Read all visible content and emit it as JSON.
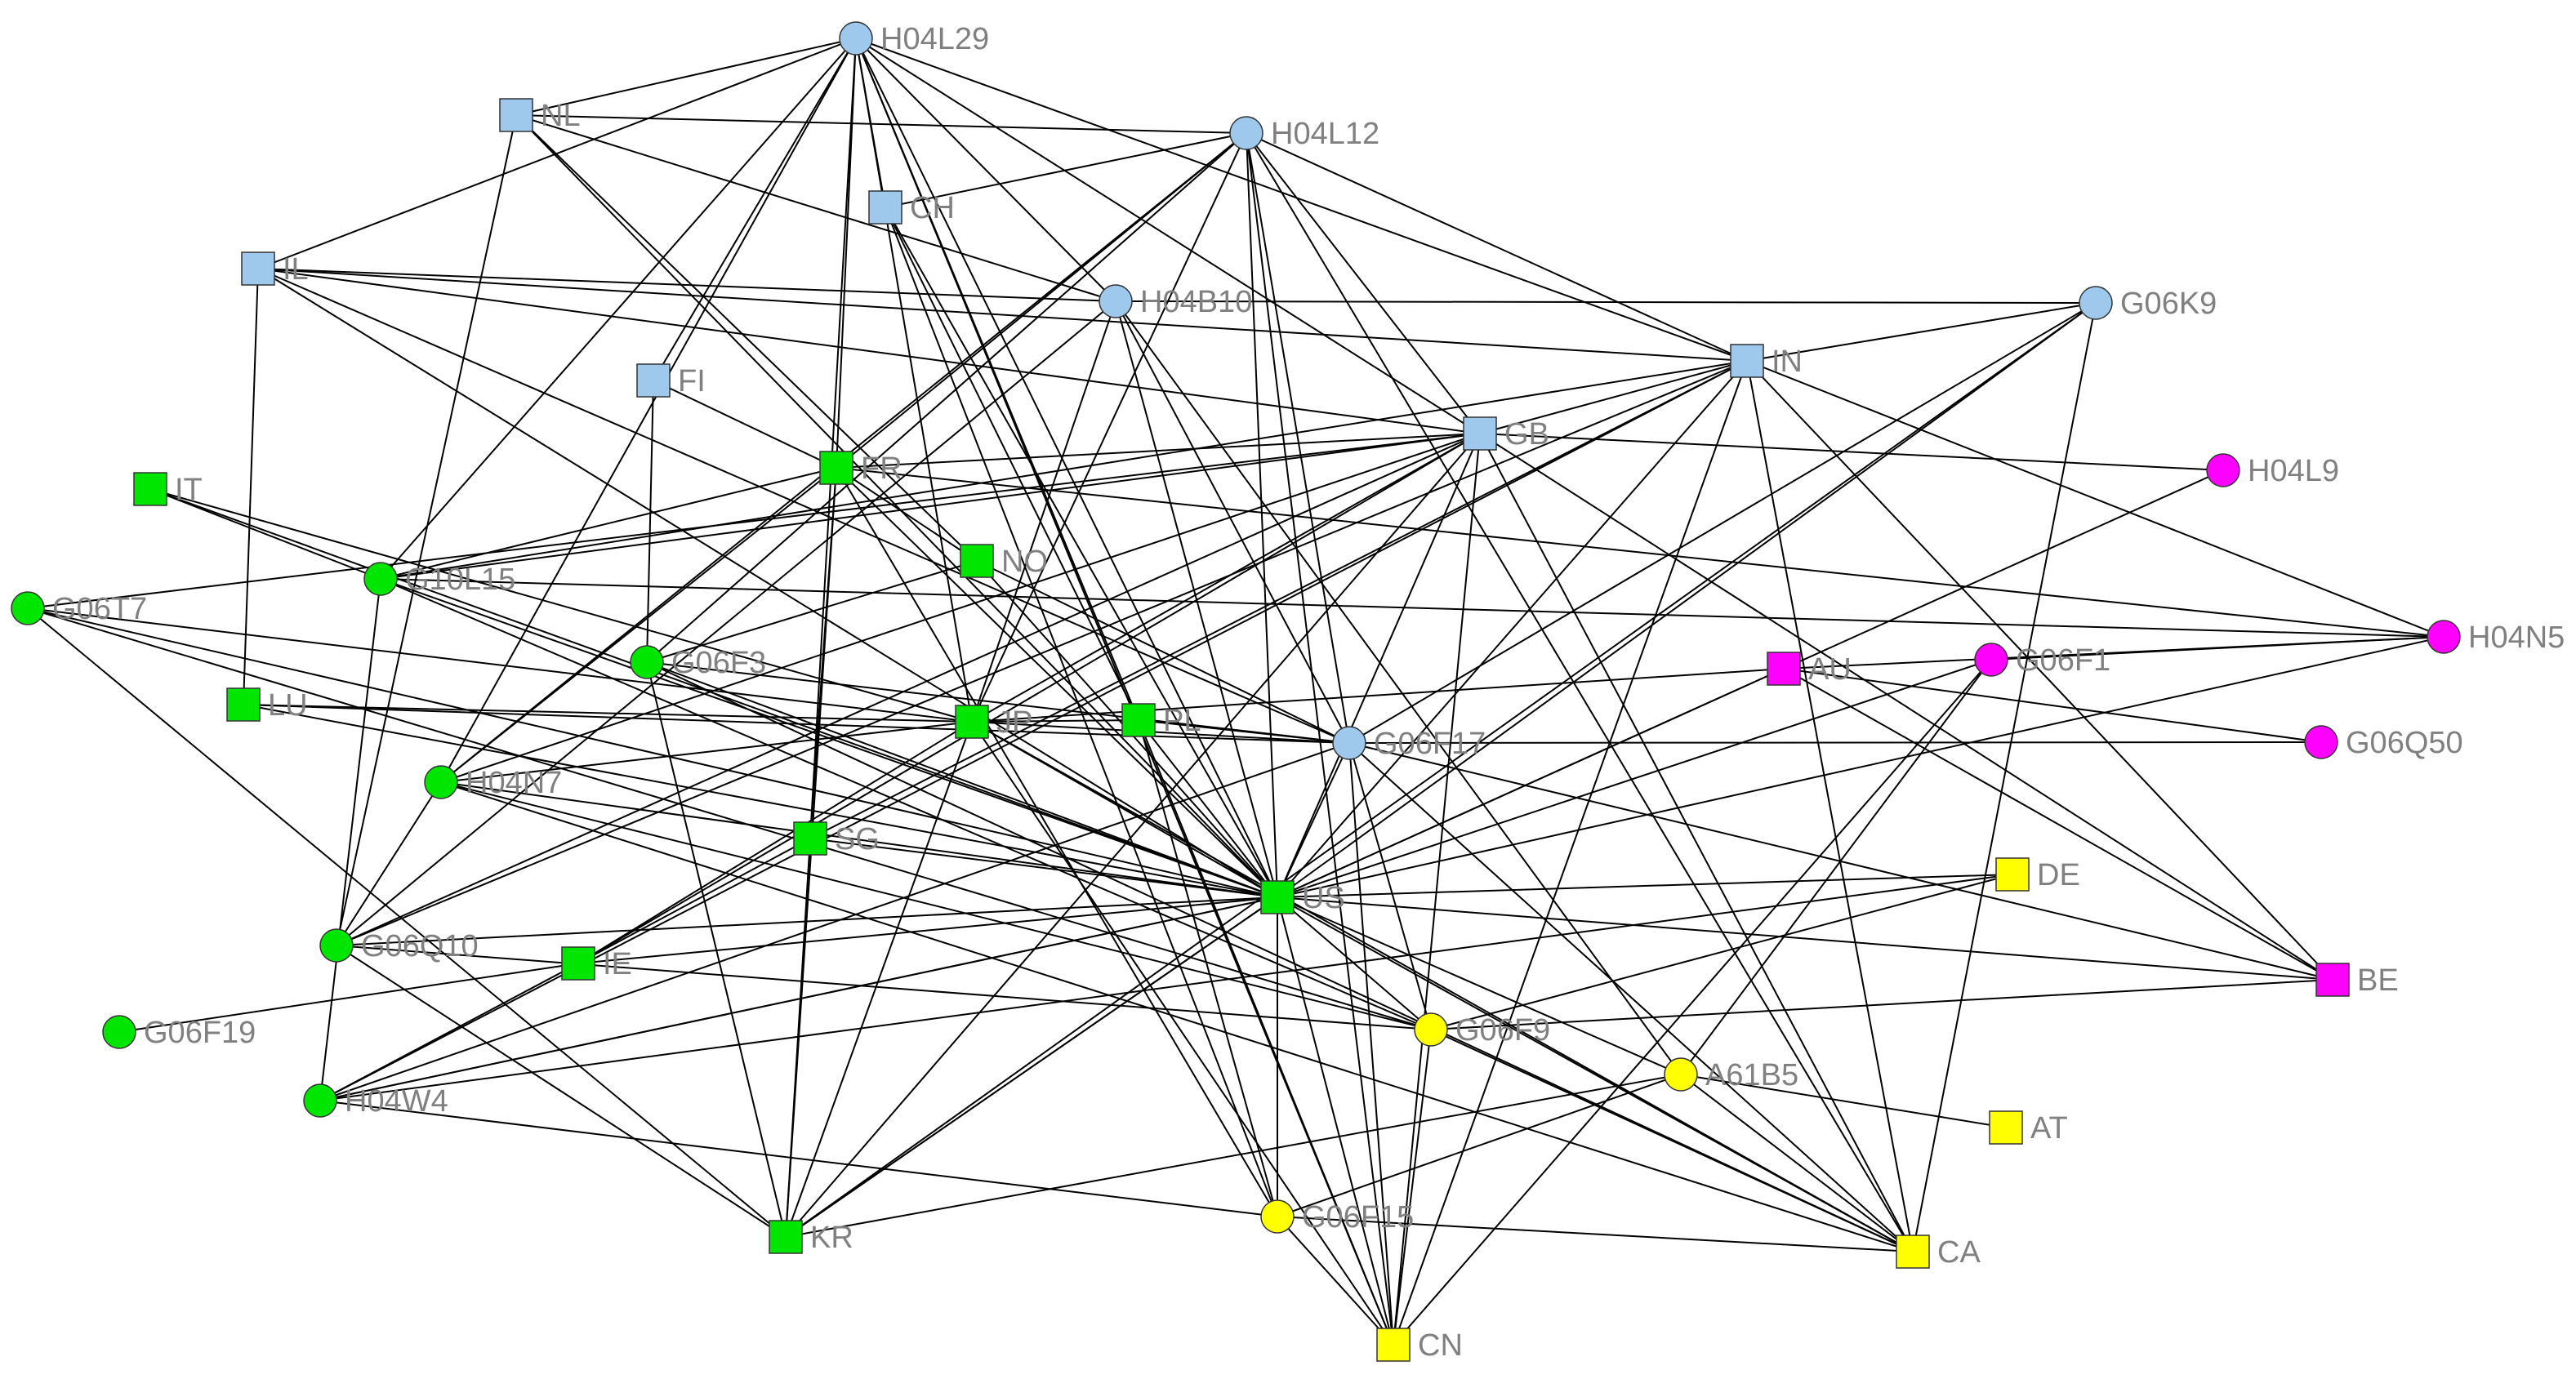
{
  "colors": {
    "blue": "#9ec8ec",
    "green": "#00e600",
    "magenta": "#ff00ff",
    "yellow": "#ffff00",
    "edge": "#000000",
    "label": "#808080"
  },
  "nodes": [
    {
      "id": "H04L29",
      "label": "H04L29",
      "shape": "circle",
      "color": "blue"
    },
    {
      "id": "NL",
      "label": "NL",
      "shape": "square",
      "color": "blue"
    },
    {
      "id": "H04L12",
      "label": "H04L12",
      "shape": "circle",
      "color": "blue"
    },
    {
      "id": "CH",
      "label": "CH",
      "shape": "square",
      "color": "blue"
    },
    {
      "id": "IL",
      "label": "IL",
      "shape": "square",
      "color": "blue"
    },
    {
      "id": "H04B10",
      "label": "H04B10",
      "shape": "circle",
      "color": "blue"
    },
    {
      "id": "G06K9",
      "label": "G06K9",
      "shape": "circle",
      "color": "blue"
    },
    {
      "id": "IN",
      "label": "IN",
      "shape": "square",
      "color": "blue"
    },
    {
      "id": "FI",
      "label": "FI",
      "shape": "square",
      "color": "blue"
    },
    {
      "id": "GB",
      "label": "GB",
      "shape": "square",
      "color": "blue"
    },
    {
      "id": "G06F17",
      "label": "G06F17",
      "shape": "circle",
      "color": "blue"
    },
    {
      "id": "IT",
      "label": "IT",
      "shape": "square",
      "color": "green"
    },
    {
      "id": "FR",
      "label": "FR",
      "shape": "square",
      "color": "green"
    },
    {
      "id": "H04L9",
      "label": "H04L9",
      "shape": "circle",
      "color": "magenta"
    },
    {
      "id": "NO",
      "label": "NO",
      "shape": "square",
      "color": "green"
    },
    {
      "id": "G10L15",
      "label": "G10L15",
      "shape": "circle",
      "color": "green"
    },
    {
      "id": "G06T7",
      "label": "G06T7",
      "shape": "circle",
      "color": "green"
    },
    {
      "id": "H04N5",
      "label": "H04N5",
      "shape": "circle",
      "color": "magenta"
    },
    {
      "id": "G06F3",
      "label": "G06F3",
      "shape": "circle",
      "color": "green"
    },
    {
      "id": "AU",
      "label": "AU",
      "shape": "square",
      "color": "magenta"
    },
    {
      "id": "G06F1",
      "label": "G06F1",
      "shape": "circle",
      "color": "magenta"
    },
    {
      "id": "LU",
      "label": "LU",
      "shape": "square",
      "color": "green"
    },
    {
      "id": "JP",
      "label": "JP",
      "shape": "square",
      "color": "green"
    },
    {
      "id": "PL",
      "label": "PL",
      "shape": "square",
      "color": "green"
    },
    {
      "id": "G06Q50",
      "label": "G06Q50",
      "shape": "circle",
      "color": "magenta"
    },
    {
      "id": "H04N7",
      "label": "H04N7",
      "shape": "circle",
      "color": "green"
    },
    {
      "id": "SG",
      "label": "SG",
      "shape": "square",
      "color": "green"
    },
    {
      "id": "DE",
      "label": "DE",
      "shape": "square",
      "color": "yellow"
    },
    {
      "id": "US",
      "label": "US",
      "shape": "square",
      "color": "green"
    },
    {
      "id": "G06Q10",
      "label": "G06Q10",
      "shape": "circle",
      "color": "green"
    },
    {
      "id": "IE",
      "label": "IE",
      "shape": "square",
      "color": "green"
    },
    {
      "id": "BE",
      "label": "BE",
      "shape": "square",
      "color": "magenta"
    },
    {
      "id": "G06F19",
      "label": "G06F19",
      "shape": "circle",
      "color": "green"
    },
    {
      "id": "G06F9",
      "label": "G06F9",
      "shape": "circle",
      "color": "yellow"
    },
    {
      "id": "H04W4",
      "label": "H04W4",
      "shape": "circle",
      "color": "green"
    },
    {
      "id": "A61B5",
      "label": "A61B5",
      "shape": "circle",
      "color": "yellow"
    },
    {
      "id": "AT",
      "label": "AT",
      "shape": "square",
      "color": "yellow"
    },
    {
      "id": "G06F15",
      "label": "G06F15",
      "shape": "circle",
      "color": "yellow"
    },
    {
      "id": "KR",
      "label": "KR",
      "shape": "square",
      "color": "green"
    },
    {
      "id": "CA",
      "label": "CA",
      "shape": "square",
      "color": "yellow"
    },
    {
      "id": "CN",
      "label": "CN",
      "shape": "square",
      "color": "yellow"
    }
  ],
  "edges": [
    [
      "H04L29",
      "NL"
    ],
    [
      "H04L29",
      "CH"
    ],
    [
      "H04L29",
      "IL"
    ],
    [
      "H04L29",
      "FI"
    ],
    [
      "H04L29",
      "FR"
    ],
    [
      "H04L29",
      "GB"
    ],
    [
      "H04L29",
      "IN"
    ],
    [
      "H04L29",
      "JP"
    ],
    [
      "H04L29",
      "US"
    ],
    [
      "H04L29",
      "PL"
    ],
    [
      "H04L29",
      "G10L15"
    ],
    [
      "H04L29",
      "H04N7"
    ],
    [
      "H04L29",
      "CN"
    ],
    [
      "H04L29",
      "H04B10"
    ],
    [
      "H04L29",
      "SG"
    ],
    [
      "NL",
      "H04L12"
    ],
    [
      "NL",
      "G06Q10"
    ],
    [
      "NL",
      "H04B10"
    ],
    [
      "NL",
      "NO"
    ],
    [
      "NL",
      "US"
    ],
    [
      "H04L12",
      "FR"
    ],
    [
      "H04L12",
      "US"
    ],
    [
      "H04L12",
      "GB"
    ],
    [
      "H04L12",
      "IN"
    ],
    [
      "H04L12",
      "CA"
    ],
    [
      "H04L12",
      "CN"
    ],
    [
      "H04L12",
      "G06F17"
    ],
    [
      "H04L12",
      "JP"
    ],
    [
      "H04L12",
      "G06F3"
    ],
    [
      "H04L12",
      "H04N7"
    ],
    [
      "H04L12",
      "CH"
    ],
    [
      "CH",
      "US"
    ],
    [
      "CH",
      "PL"
    ],
    [
      "CH",
      "G06F15"
    ],
    [
      "IL",
      "H04B10"
    ],
    [
      "IL",
      "GB"
    ],
    [
      "IL",
      "US"
    ],
    [
      "IL",
      "LU"
    ],
    [
      "IL",
      "IN"
    ],
    [
      "H04B10",
      "G06K9"
    ],
    [
      "H04B10",
      "US"
    ],
    [
      "H04B10",
      "JP"
    ],
    [
      "H04B10",
      "A61B5"
    ],
    [
      "H04B10",
      "G06F17"
    ],
    [
      "H04B10",
      "G06Q10"
    ],
    [
      "G06K9",
      "IN"
    ],
    [
      "G06K9",
      "US"
    ],
    [
      "G06K9",
      "CA"
    ],
    [
      "G06K9",
      "KR"
    ],
    [
      "G06K9",
      "G06F17"
    ],
    [
      "IN",
      "GB"
    ],
    [
      "IN",
      "US"
    ],
    [
      "IN",
      "H04N5"
    ],
    [
      "IN",
      "G10L15"
    ],
    [
      "IN",
      "G06Q10"
    ],
    [
      "IN",
      "CN"
    ],
    [
      "IN",
      "H04W4"
    ],
    [
      "IN",
      "SG"
    ],
    [
      "IN",
      "CA"
    ],
    [
      "FI",
      "FR"
    ],
    [
      "FI",
      "G06F3"
    ],
    [
      "GB",
      "FR"
    ],
    [
      "GB",
      "H04L9"
    ],
    [
      "GB",
      "US"
    ],
    [
      "GB",
      "JP"
    ],
    [
      "GB",
      "H04N7"
    ],
    [
      "GB",
      "G06Q10"
    ],
    [
      "GB",
      "IE"
    ],
    [
      "GB",
      "KR"
    ],
    [
      "GB",
      "BE"
    ],
    [
      "GB",
      "CN"
    ],
    [
      "GB",
      "G06T7"
    ],
    [
      "GB",
      "CA"
    ],
    [
      "GB",
      "G10L15"
    ],
    [
      "G06F17",
      "US"
    ],
    [
      "G06F17",
      "CN"
    ],
    [
      "G06F17",
      "CA"
    ],
    [
      "G06F17",
      "G06Q50"
    ],
    [
      "G06F17",
      "JP"
    ],
    [
      "G06F17",
      "G06F3"
    ],
    [
      "G06F17",
      "G06F9"
    ],
    [
      "G06F17",
      "IL"
    ],
    [
      "G06F17",
      "H04W4"
    ],
    [
      "IT",
      "JP"
    ],
    [
      "IT",
      "US"
    ],
    [
      "IT",
      "G10L15"
    ],
    [
      "FR",
      "NO"
    ],
    [
      "FR",
      "US"
    ],
    [
      "FR",
      "KR"
    ],
    [
      "FR",
      "G06F15"
    ],
    [
      "FR",
      "H04N5"
    ],
    [
      "FR",
      "G10L15"
    ],
    [
      "FR",
      "H04N7"
    ],
    [
      "FR",
      "SG"
    ],
    [
      "H04L9",
      "US"
    ],
    [
      "NO",
      "US"
    ],
    [
      "NO",
      "G06F17"
    ],
    [
      "NO",
      "G06F3"
    ],
    [
      "G10L15",
      "US"
    ],
    [
      "G10L15",
      "H04N5"
    ],
    [
      "G10L15",
      "H04W4"
    ],
    [
      "G10L15",
      "G06F9"
    ],
    [
      "G06T7",
      "JP"
    ],
    [
      "G06T7",
      "US"
    ],
    [
      "G06T7",
      "KR"
    ],
    [
      "G06T7",
      "G06F9"
    ],
    [
      "H04N5",
      "AU"
    ],
    [
      "H04N5",
      "US"
    ],
    [
      "H04N5",
      "G06F1"
    ],
    [
      "G06F3",
      "US"
    ],
    [
      "G06F3",
      "KR"
    ],
    [
      "G06F3",
      "CA"
    ],
    [
      "AU",
      "US"
    ],
    [
      "AU",
      "G06Q50"
    ],
    [
      "AU",
      "JP"
    ],
    [
      "AU",
      "BE"
    ],
    [
      "G06F1",
      "US"
    ],
    [
      "G06F1",
      "CN"
    ],
    [
      "G06F1",
      "A61B5"
    ],
    [
      "LU",
      "JP"
    ],
    [
      "LU",
      "G06F17"
    ],
    [
      "LU",
      "US"
    ],
    [
      "JP",
      "US"
    ],
    [
      "JP",
      "PL"
    ],
    [
      "JP",
      "KR"
    ],
    [
      "JP",
      "CN"
    ],
    [
      "JP",
      "IE"
    ],
    [
      "JP",
      "CA"
    ],
    [
      "JP",
      "H04N7"
    ],
    [
      "PL",
      "US"
    ],
    [
      "PL",
      "CN"
    ],
    [
      "PL",
      "G06F15"
    ],
    [
      "PL",
      "G06F17"
    ],
    [
      "H04N7",
      "US"
    ],
    [
      "H04N7",
      "CA"
    ],
    [
      "H04N7",
      "G06F9"
    ],
    [
      "H04N7",
      "G06Q10"
    ],
    [
      "SG",
      "US"
    ],
    [
      "SG",
      "KR"
    ],
    [
      "SG",
      "IE"
    ],
    [
      "DE",
      "US"
    ],
    [
      "DE",
      "H04W4"
    ],
    [
      "DE",
      "G06F9"
    ],
    [
      "US",
      "IE"
    ],
    [
      "US",
      "G06F15"
    ],
    [
      "US",
      "CN"
    ],
    [
      "US",
      "CA"
    ],
    [
      "US",
      "KR"
    ],
    [
      "US",
      "G06Q10"
    ],
    [
      "US",
      "G06F9"
    ],
    [
      "US",
      "A61B5"
    ],
    [
      "US",
      "BE"
    ],
    [
      "US",
      "H04W4"
    ],
    [
      "G06Q10",
      "KR"
    ],
    [
      "G06Q10",
      "G06F9"
    ],
    [
      "IE",
      "H04W4"
    ],
    [
      "IE",
      "G06F19"
    ],
    [
      "BE",
      "G06F9"
    ],
    [
      "BE",
      "G06F17"
    ],
    [
      "BE",
      "IN"
    ],
    [
      "G06F9",
      "CN"
    ],
    [
      "G06F9",
      "CA"
    ],
    [
      "H04W4",
      "G06F15"
    ],
    [
      "H04W4",
      "US"
    ],
    [
      "A61B5",
      "AT"
    ],
    [
      "A61B5",
      "CA"
    ],
    [
      "A61B5",
      "G06F15"
    ],
    [
      "G06F15",
      "CN"
    ],
    [
      "G06F15",
      "CA"
    ],
    [
      "KR",
      "A61B5"
    ],
    [
      "KR",
      "US"
    ]
  ]
}
